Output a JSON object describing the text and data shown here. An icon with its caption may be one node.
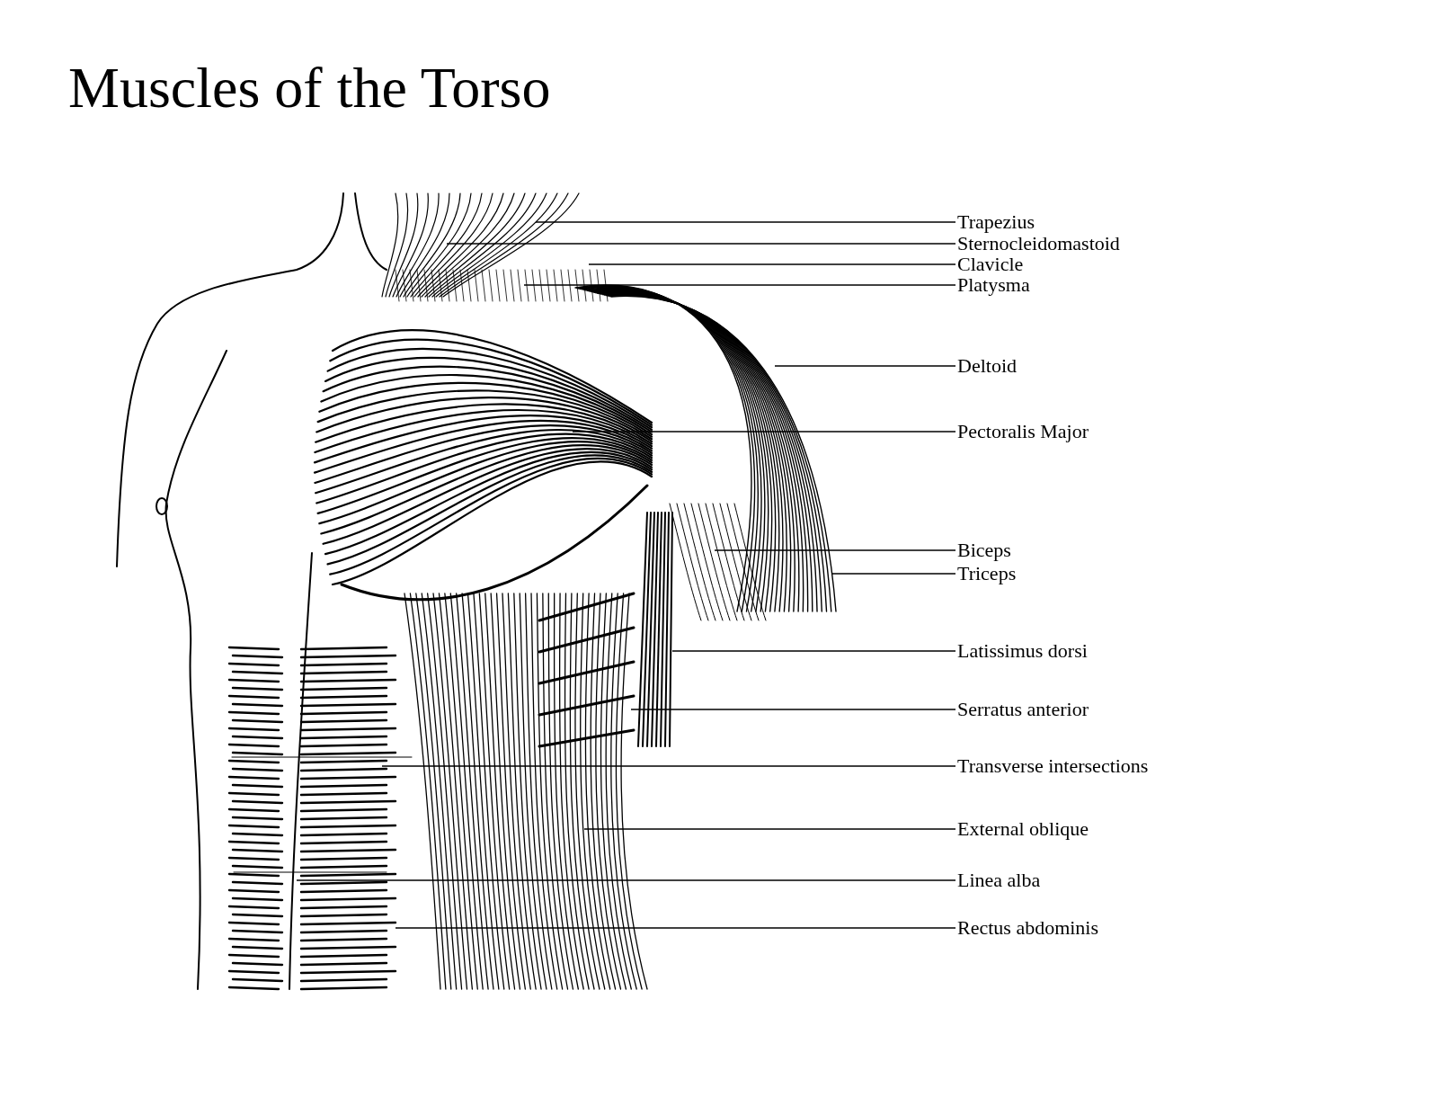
{
  "diagram": {
    "title": "Muscles of the Torso",
    "nodes": [
      {
        "text": [
          "Trapezius"
        ]
      },
      {
        "text": [
          "Sternocleidomastoid"
        ]
      },
      {
        "text": [
          "Clavicle"
        ]
      },
      {
        "text": [
          "Platysma"
        ]
      },
      {
        "text": [
          "Deltoid"
        ]
      },
      {
        "text": [
          "Pectoralis Major"
        ]
      },
      {
        "text": [
          "Biceps"
        ]
      },
      {
        "text": [
          "Triceps"
        ]
      },
      {
        "text": [
          "Latissimus dorsi"
        ]
      },
      {
        "text": [
          "Serratus anterior"
        ]
      },
      {
        "text": [
          "Transverse intersections"
        ]
      },
      {
        "text": [
          "External oblique"
        ]
      },
      {
        "text": [
          "Linea alba"
        ]
      },
      {
        "text": [
          "Rectus abdominis"
        ]
      }
    ],
    "edges": [
      {
        "from": 0,
        "to": null,
        "arrow": "none"
      },
      {
        "from": 1,
        "to": null,
        "arrow": "none"
      },
      {
        "from": 2,
        "to": null,
        "arrow": "none"
      },
      {
        "from": 3,
        "to": null,
        "arrow": "none"
      },
      {
        "from": 4,
        "to": null,
        "arrow": "none"
      },
      {
        "from": 5,
        "to": null,
        "arrow": "none"
      },
      {
        "from": 6,
        "to": null,
        "arrow": "none"
      },
      {
        "from": 7,
        "to": null,
        "arrow": "none"
      },
      {
        "from": 8,
        "to": null,
        "arrow": "none"
      },
      {
        "from": 9,
        "to": null,
        "arrow": "none"
      },
      {
        "from": 10,
        "to": null,
        "arrow": "none"
      },
      {
        "from": 11,
        "to": null,
        "arrow": "none"
      },
      {
        "from": 12,
        "to": null,
        "arrow": "none"
      },
      {
        "from": 13,
        "to": null,
        "arrow": "none"
      }
    ]
  }
}
